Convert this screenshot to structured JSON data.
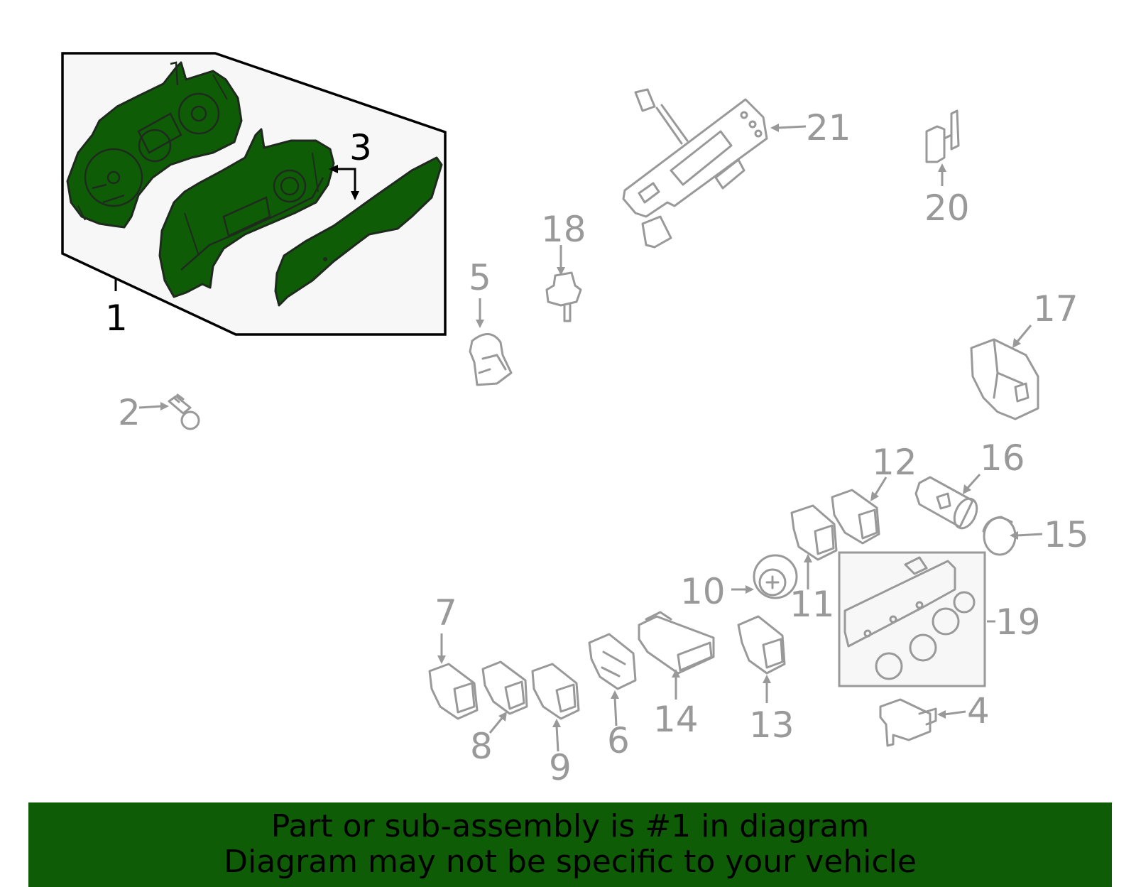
{
  "colors": {
    "highlight": "#0f5c06",
    "banner": "#0f5c06",
    "inactive": "#999999",
    "box_fill": "#f7f7f7",
    "active": "#000000"
  },
  "callouts": {
    "c1": "1",
    "c2": "2",
    "c3": "3",
    "c4": "4",
    "c5": "5",
    "c6": "6",
    "c7": "7",
    "c8": "8",
    "c9": "9",
    "c10": "10",
    "c11": "11",
    "c12": "12",
    "c13": "13",
    "c14": "14",
    "c15": "15",
    "c16": "16",
    "c17": "17",
    "c18": "18",
    "c19": "19",
    "c20": "20",
    "c21": "21"
  },
  "banner": {
    "line1": "Part or sub-assembly is #1 in diagram",
    "line2": "Diagram may not be specific to your vehicle"
  }
}
